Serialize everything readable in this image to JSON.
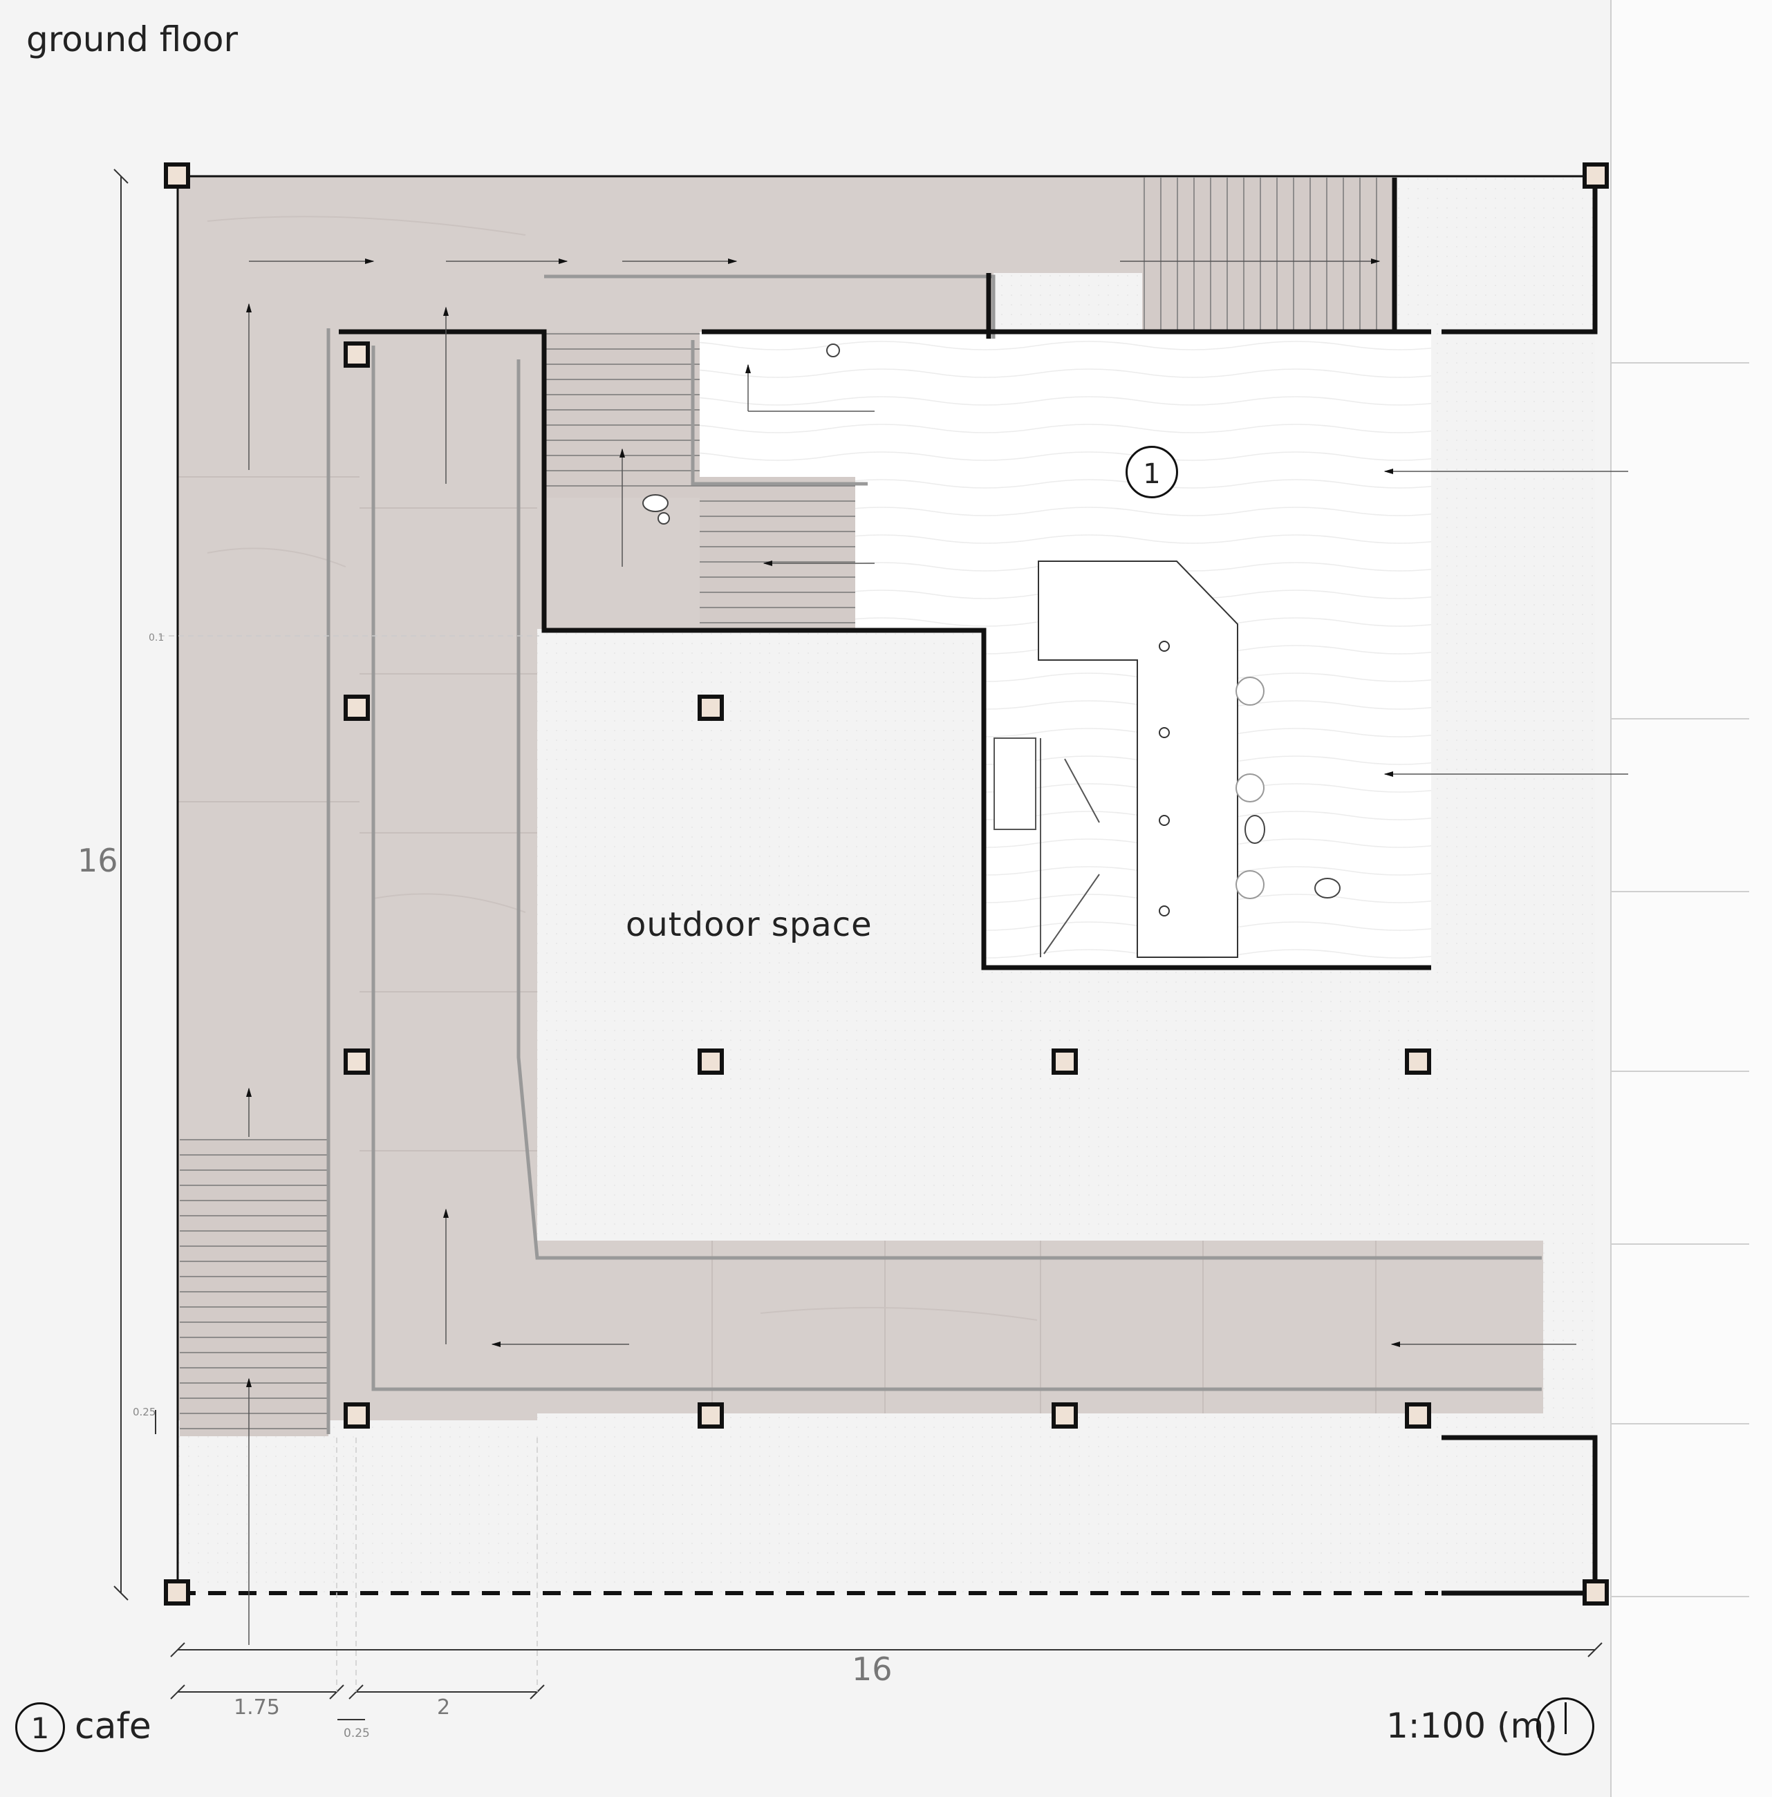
{
  "title": "ground floor",
  "labels": {
    "outdoor": "outdoor space",
    "room_number": "1"
  },
  "dimensions": {
    "overall_width": "16",
    "overall_height": "16",
    "stair_width": "1.75",
    "ramp_width": "2",
    "railing_gap": "0.25",
    "step_offset": "0.25",
    "level_mark": "0.1"
  },
  "legend": {
    "number": "1",
    "name": "cafe"
  },
  "scale": "1:100 (m)",
  "colors": {
    "wood": "#d6cfcc",
    "wood_grain": "#c8c0bd",
    "wall": "#111111",
    "interior_floor": "#ffffff",
    "outdoor_floor": "#f3f3f3",
    "column_fill": "#efe2d6"
  },
  "icons": {
    "north": "north-arrow-icon"
  }
}
